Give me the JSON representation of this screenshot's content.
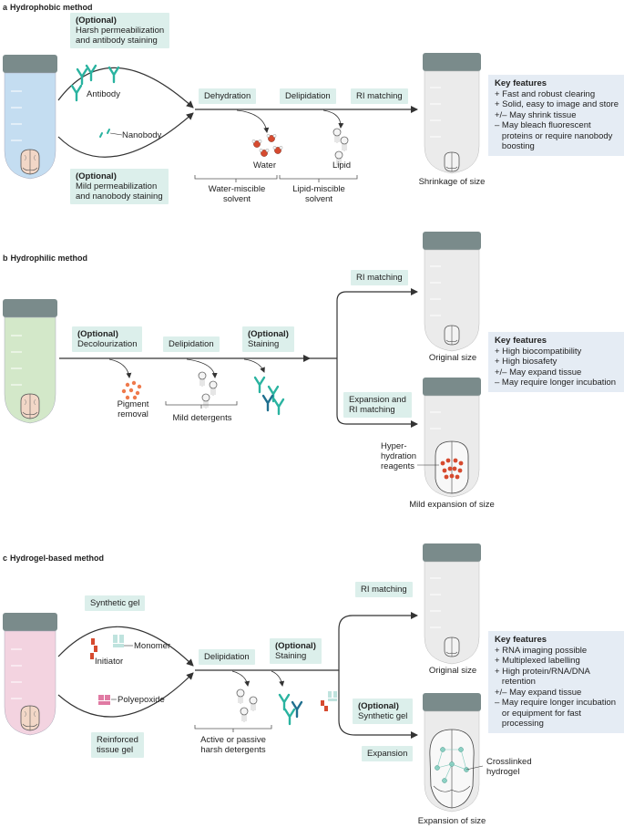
{
  "panels": {
    "a": {
      "letter": "a",
      "title": "Hydrophobic method",
      "optional_top": {
        "bold": "(Optional)",
        "text": "Harsh permeabilization\nand antibody staining"
      },
      "antibody_label": "Antibody",
      "nanobody_label": "Nanobody",
      "optional_bottom": {
        "bold": "(Optional)",
        "text": "Mild permeabilization\nand nanobody staining"
      },
      "steps": [
        "Dehydration",
        "Delipidation",
        "RI matching"
      ],
      "water_label": "Water",
      "lipid_label": "Lipid",
      "bracket_water": "Water-miscible\nsolvent",
      "bracket_lipid": "Lipid-miscible\nsolvent",
      "result_caption": "Shrinkage of size",
      "key_features": {
        "title": "Key features",
        "items": [
          "+ Fast and robust clearing",
          "+ Solid, easy to image and store",
          "+/– May shrink tissue",
          "– May bleach fluorescent\n   proteins or require nanobody\n   boosting"
        ]
      }
    },
    "b": {
      "letter": "b",
      "title": "Hydrophilic method",
      "step_decolourization": {
        "bold": "(Optional)",
        "text": "Decolourization"
      },
      "step_delipidation": "Delipidation",
      "step_staining": {
        "bold": "(Optional)",
        "text": "Staining"
      },
      "pigment_label": "Pigment\nremoval",
      "bracket_label": "Mild detergents",
      "branch_top": "RI matching",
      "branch_bottom": "Expansion and\nRI matching",
      "result_top_caption": "Original size",
      "hyper_label": "Hyper-\nhydration\nreagents",
      "result_bottom_caption": "Mild expansion of size",
      "key_features": {
        "title": "Key features",
        "items": [
          "+ High biocompatibility",
          "+ High biosafety",
          "+/– May expand tissue",
          "– May require longer incubation"
        ]
      }
    },
    "c": {
      "letter": "c",
      "title": "Hydrogel-based method",
      "synthetic_gel": "Synthetic gel",
      "monomer_label": "Monomer",
      "initiator_label": "Initiator",
      "polyepoxide_label": "Polyepoxide",
      "reinforced": "Reinforced\ntissue gel",
      "step_delipidation": "Delipidation",
      "step_staining": {
        "bold": "(Optional)",
        "text": "Staining"
      },
      "step_synthetic": {
        "bold": "(Optional)",
        "text": "Synthetic gel"
      },
      "bracket_label": "Active or passive\nharsh detergents",
      "branch_top": "RI matching",
      "branch_bottom": "Expansion",
      "result_top_caption": "Original size",
      "crosslinked_label": "Crosslinked\nhydrogel",
      "result_bottom_caption": "Expansion of size",
      "key_features": {
        "title": "Key features",
        "items": [
          "+ RNA imaging possible",
          "+ Multiplexed labelling",
          "+ High protein/RNA/DNA\n   retention",
          "+/– May expand tissue",
          "– May require longer incubation\n   or equipment for fast\n   processing"
        ]
      }
    }
  },
  "colors": {
    "tag_bg": "#dcefeb",
    "keyfeature_bg": "#e5ecf4",
    "tube_cap": "#7a8b8b",
    "tube_body": "#e3e4e3",
    "liquid_a": "#c4ddf1",
    "liquid_b": "#d3e8c9",
    "liquid_c": "#f3d3e0",
    "antibody": "#2ab3a0",
    "water_red": "#d64a2f",
    "pigment": "#ef7a4c",
    "arrow": "#333333"
  }
}
